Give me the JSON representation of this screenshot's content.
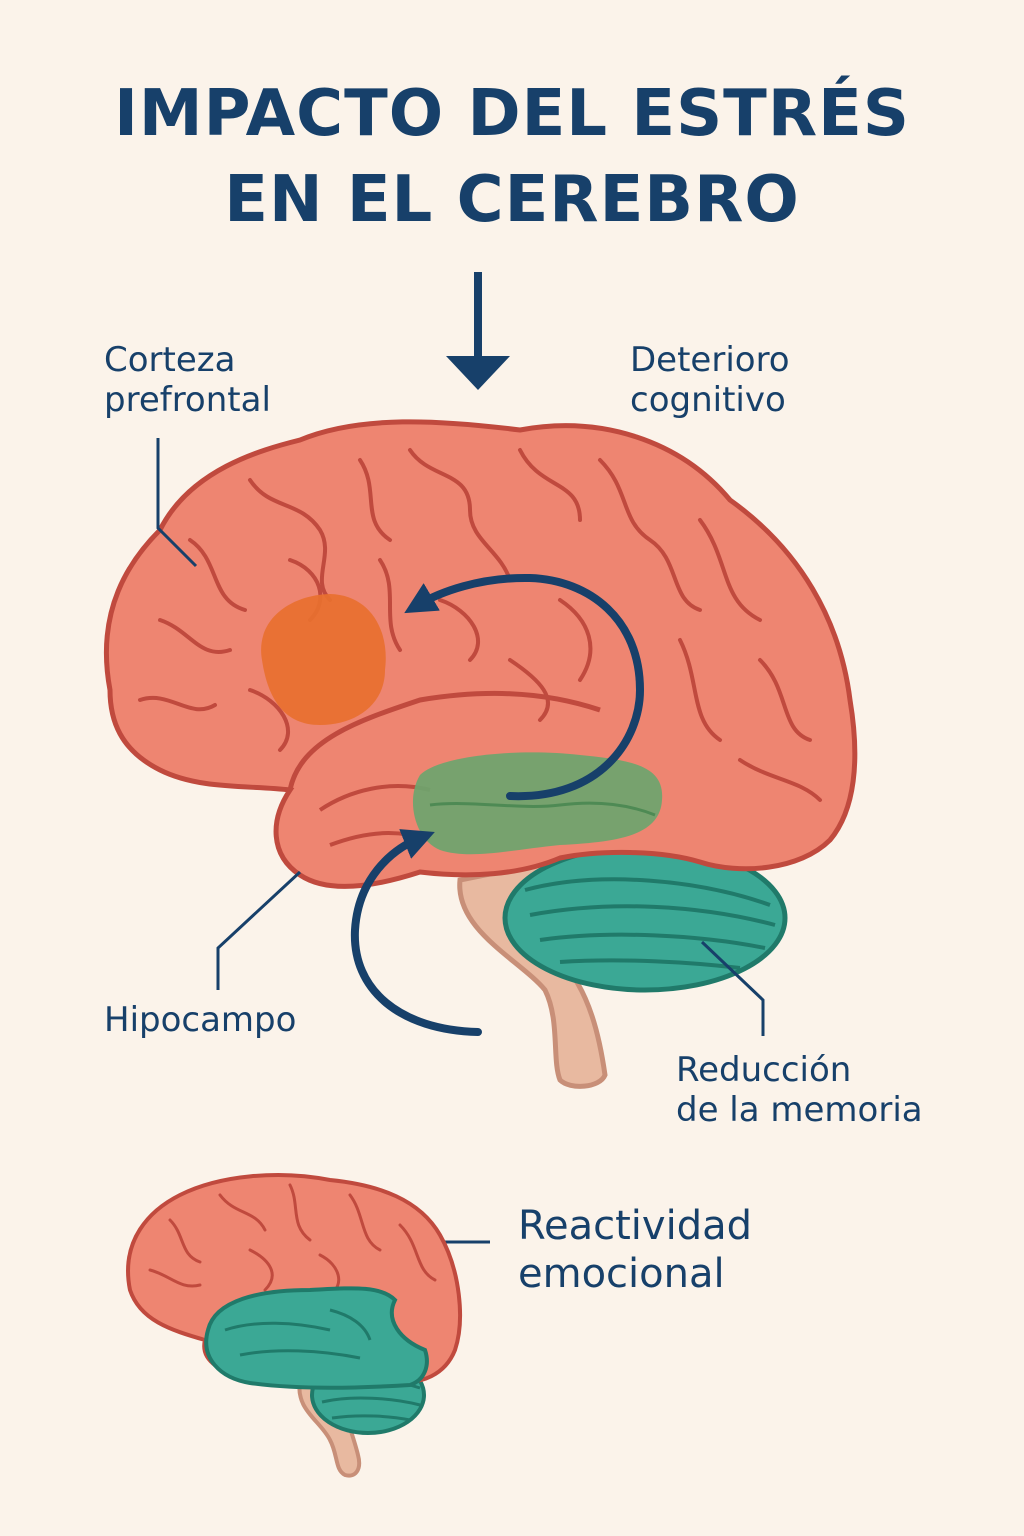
{
  "title": {
    "line1": "IMPACTO DEL ESTRÉS",
    "line2": "EN EL CEREBRO"
  },
  "labels": {
    "prefrontal": {
      "line1": "Corteza",
      "line2": "prefrontal"
    },
    "cognitive": {
      "line1": "Deterioro",
      "line2": "cognitivo"
    },
    "hippocampus": {
      "line1": "Hipocampo"
    },
    "memory": {
      "line1": "Reducción",
      "line2": "de la memoria"
    },
    "emotional": {
      "line1": "Reactividad",
      "line2": "emocional"
    }
  },
  "colors": {
    "background": "#FBF3EA",
    "text": "#17406A",
    "cortex": "#EE8571",
    "cortex_outline": "#C04A3E",
    "prefrontal_highlight": "#E8702F",
    "hippocampus": "#6CA56E",
    "cerebellum": "#3BA895",
    "cerebellum_outline": "#207A6A",
    "brainstem": "#E8B9A0",
    "arrow": "#17406A"
  }
}
